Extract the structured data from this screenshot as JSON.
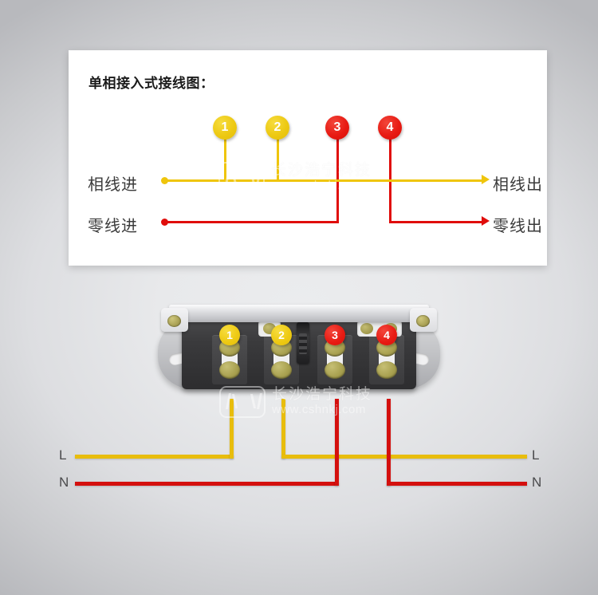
{
  "diagram": {
    "title": "单相接入式接线图：",
    "badges": [
      {
        "number": "1",
        "color": "#edc913",
        "kind": "yellow"
      },
      {
        "number": "2",
        "color": "#edc913",
        "kind": "yellow"
      },
      {
        "number": "3",
        "color": "#e81b13",
        "kind": "red"
      },
      {
        "number": "4",
        "color": "#e81b13",
        "kind": "red"
      }
    ],
    "labels": {
      "phase_in": "相线进",
      "neutral_in": "零线进",
      "phase_out": "相线出",
      "neutral_out": "零线出"
    },
    "line_colors": {
      "phase": "#efc50b",
      "neutral": "#e00d0b"
    }
  },
  "watermark": {
    "company": "长沙浩宁科技",
    "url": "www.cshnkj.com",
    "logo": "hn-logo-icon"
  },
  "device": {
    "badges": [
      {
        "number": "1",
        "kind": "yellow"
      },
      {
        "number": "2",
        "kind": "yellow"
      },
      {
        "number": "3",
        "kind": "red"
      },
      {
        "number": "4",
        "kind": "red"
      }
    ]
  },
  "wiring": {
    "left_labels": {
      "live": "L",
      "neutral": "N"
    },
    "right_labels": {
      "live": "L",
      "neutral": "N"
    },
    "live_color": "#e8bd0d",
    "neutral_color": "#d4100e"
  }
}
